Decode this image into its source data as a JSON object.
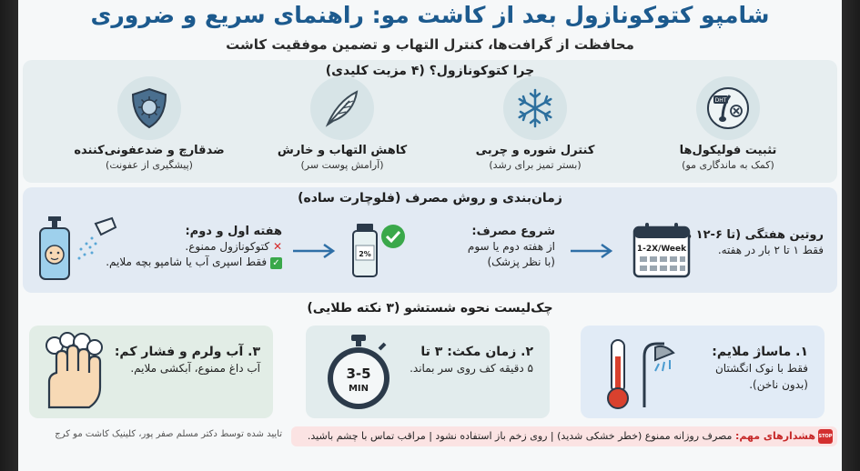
{
  "header": {
    "title": "شامپو کتوکونازول بعد از کاشت مو: راهنمای سریع و ضروری",
    "subtitle": "محافظت از گرافت‌ها، کنترل التهاب و تضمین موفقیت کاشت"
  },
  "benefits": {
    "heading": "چرا کتوکونازول؟ (۴ مزیت کلیدی)",
    "items": [
      {
        "title": "تثبیت فولیکول‌ها",
        "sub": "(کمک به ماندگاری مو)",
        "icon": "hair-follicle-icon",
        "icon_text": "DHT"
      },
      {
        "title": "کنترل شوره و چربی",
        "sub": "(بستر تمیز برای رشد)",
        "icon": "snowflake-icon"
      },
      {
        "title": "کاهش التهاب و خارش",
        "sub": "(آرامش پوست سر)",
        "icon": "feather-icon"
      },
      {
        "title": "ضدقارچ و ضدعفونی‌کننده",
        "sub": "(پیشگیری از عفونت)",
        "icon": "shield-virus-icon"
      }
    ]
  },
  "timeline": {
    "heading": "زمان‌بندی و روش مصرف (فلوچارت ساده)",
    "routine": {
      "title": "روتین هفتگی (تا ۶-۱۲ ماه):",
      "line": "فقط ۱ تا ۲ بار در هفته.",
      "calendar_label": "1-2X/Week"
    },
    "start": {
      "title": "شروع مصرف:",
      "line1": "از هفته دوم یا سوم",
      "line2": "(با نظر پزشک)",
      "bottle_label": "2%"
    },
    "first_weeks": {
      "title": "هفته اول و دوم:",
      "line1": "کتوکونازول ممنوع.",
      "line2": "فقط اسپری آب یا شامپو بچه ملایم."
    }
  },
  "checklist": {
    "heading": "چک‌لیست نحوه شستشو (۳ نکته طلایی)",
    "items": [
      {
        "title": "۱. ماساژ ملایم:",
        "line1": "فقط با نوک انگشتان",
        "line2": "(بدون ناخن).",
        "icon": "thermometer-shower-icon"
      },
      {
        "title": "۲. زمان مکث: ۳ تا",
        "line1": "۵ دقیقه کف روی سر بماند.",
        "line2": "",
        "icon": "stopwatch-icon",
        "timer_top": "3-5",
        "timer_bottom": "MIN"
      },
      {
        "title": "۳. آب ولرم و فشار کم:",
        "line1": "آب داغ ممنوع، آبکشی ملایم.",
        "line2": "",
        "icon": "hand-wash-icon"
      }
    ]
  },
  "footer": {
    "warning_label": "هشدارهای مهم:",
    "warning_text": "مصرف روزانه ممنوع (خطر خشکی شدید) | روی زخم باز استفاده نشود | مراقب تماس با چشم باشید.",
    "stop_text": "STOP",
    "credit": "تایید شده توسط دکتر مسلم صفر پور، کلینیک کاشت مو کرج"
  },
  "colors": {
    "title_blue": "#1c5a8e",
    "warn_red": "#c62828",
    "ok_green": "#3aa84a",
    "arrow_blue": "#2f6fa6"
  }
}
